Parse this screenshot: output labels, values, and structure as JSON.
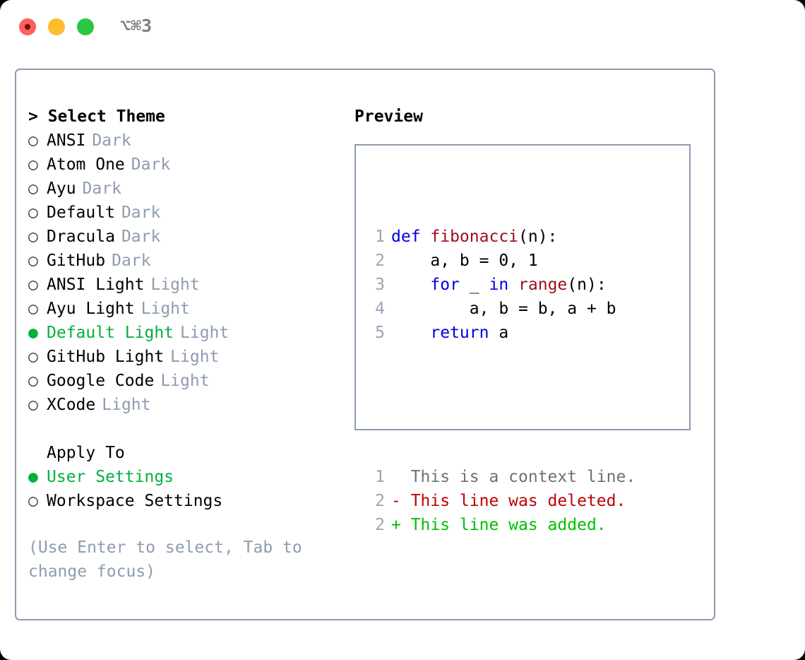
{
  "window": {
    "title": "⌥⌘3",
    "traffic_lights": [
      "close-red",
      "minimize-yellow",
      "maximize-green"
    ]
  },
  "theme_picker": {
    "header": "> Select Theme",
    "items": [
      {
        "marker": "○",
        "name": "ANSI",
        "category": "Dark",
        "selected": false
      },
      {
        "marker": "○",
        "name": "Atom One",
        "category": "Dark",
        "selected": false
      },
      {
        "marker": "○",
        "name": "Ayu",
        "category": "Dark",
        "selected": false
      },
      {
        "marker": "○",
        "name": "Default",
        "category": "Dark",
        "selected": false
      },
      {
        "marker": "○",
        "name": "Dracula",
        "category": "Dark",
        "selected": false
      },
      {
        "marker": "○",
        "name": "GitHub",
        "category": "Dark",
        "selected": false
      },
      {
        "marker": "○",
        "name": "ANSI Light",
        "category": "Light",
        "selected": false
      },
      {
        "marker": "○",
        "name": "Ayu Light",
        "category": "Light",
        "selected": false
      },
      {
        "marker": "●",
        "name": "Default Light",
        "category": "Light",
        "selected": true
      },
      {
        "marker": "○",
        "name": "GitHub Light",
        "category": "Light",
        "selected": false
      },
      {
        "marker": "○",
        "name": "Google Code",
        "category": "Light",
        "selected": false
      },
      {
        "marker": "○",
        "name": "XCode",
        "category": "Light",
        "selected": false
      }
    ]
  },
  "apply_to": {
    "header": "Apply To",
    "items": [
      {
        "marker": "●",
        "label": "User Settings",
        "selected": true
      },
      {
        "marker": "○",
        "label": "Workspace Settings",
        "selected": false
      }
    ]
  },
  "hint": "(Use Enter to select, Tab to change focus)",
  "preview": {
    "header": "Preview",
    "code_lines": [
      {
        "num": "1",
        "tokens": [
          {
            "t": "def ",
            "c": "kw"
          },
          {
            "t": "fibonacci",
            "c": "fn"
          },
          {
            "t": "(n):",
            "c": "plain"
          }
        ]
      },
      {
        "num": "2",
        "tokens": [
          {
            "t": "    a, b = 0, 1",
            "c": "plain"
          }
        ]
      },
      {
        "num": "3",
        "tokens": [
          {
            "t": "    ",
            "c": "plain"
          },
          {
            "t": "for",
            "c": "kw"
          },
          {
            "t": " _ ",
            "c": "plain"
          },
          {
            "t": "in",
            "c": "kw"
          },
          {
            "t": " ",
            "c": "plain"
          },
          {
            "t": "range",
            "c": "fn"
          },
          {
            "t": "(n):",
            "c": "plain"
          }
        ]
      },
      {
        "num": "4",
        "tokens": [
          {
            "t": "        a, b = b, a + b",
            "c": "plain"
          }
        ]
      },
      {
        "num": "5",
        "tokens": [
          {
            "t": "    ",
            "c": "plain"
          },
          {
            "t": "return",
            "c": "kw"
          },
          {
            "t": " a",
            "c": "plain"
          }
        ]
      }
    ],
    "diff_lines": [
      {
        "num": "1",
        "text": "  This is a context line.",
        "kind": "ctx"
      },
      {
        "num": "2",
        "text": "- This line was deleted.",
        "kind": "del"
      },
      {
        "num": "2",
        "text": "+ This line was added.",
        "kind": "add"
      }
    ]
  },
  "colors": {
    "accent_green": "#00b140",
    "muted": "#8e9bb0",
    "border": "#8e9bb0",
    "keyword": "#0000e0",
    "function": "#9c0f17",
    "diff_add": "#00c000",
    "diff_del": "#c00000",
    "traffic_red": "#ff5f57",
    "traffic_yellow": "#febc2e",
    "traffic_green": "#28c840"
  }
}
